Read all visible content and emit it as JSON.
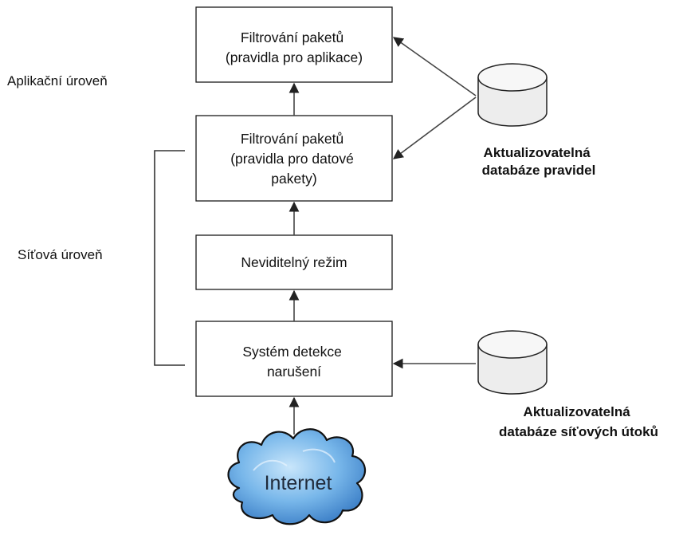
{
  "boxes": {
    "app_filter": {
      "lines": [
        "Filtrování paketů",
        "(pravidla pro aplikace)"
      ]
    },
    "packet_filter": {
      "lines": [
        "Filtrování paketů",
        "(pravidla pro datové",
        "pakety)"
      ]
    },
    "stealth": {
      "lines": [
        "Neviditelný režim"
      ]
    },
    "ids": {
      "lines": [
        "Systém detekce",
        "narušení"
      ]
    }
  },
  "levels": {
    "application": "Aplikační úroveň",
    "network": "Síťová úroveň"
  },
  "databases": {
    "rules": {
      "lines": [
        "Aktualizovatelná",
        "databáze pravidel"
      ]
    },
    "attacks": {
      "lines": [
        "Aktualizovatelná",
        "databáze síťových útoků"
      ]
    }
  },
  "cloud": {
    "label": "Internet"
  },
  "colors": {
    "cloud_light": "#c9e6fb",
    "cloud_mid": "#78b7ea",
    "cloud_dark": "#3c7fc7",
    "cloud_outline": "#111111"
  }
}
